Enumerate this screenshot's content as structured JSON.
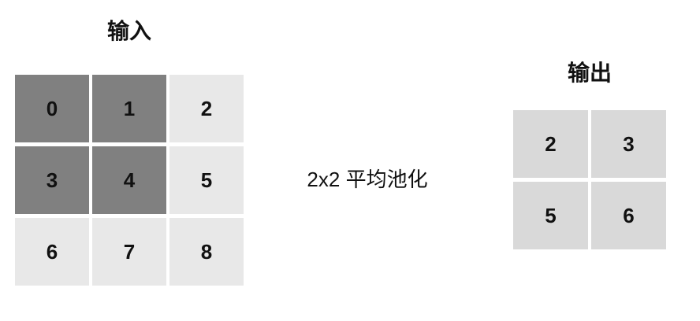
{
  "diagram": {
    "operation_label": "2x2 平均池化"
  },
  "input": {
    "title": "输入",
    "rows": 3,
    "cols": 3,
    "cells": [
      {
        "value": "0"
      },
      {
        "value": "1"
      },
      {
        "value": "2"
      },
      {
        "value": "3"
      },
      {
        "value": "4"
      },
      {
        "value": "5"
      },
      {
        "value": "6"
      },
      {
        "value": "7"
      },
      {
        "value": "8"
      }
    ],
    "highlighted_indices": [
      0,
      1,
      3,
      4
    ]
  },
  "output": {
    "title": "输出",
    "rows": 2,
    "cols": 2,
    "cells": [
      {
        "value": "2"
      },
      {
        "value": "3"
      },
      {
        "value": "5"
      },
      {
        "value": "6"
      }
    ]
  },
  "colors": {
    "background": "#ffffff",
    "highlight_cell": "#808080",
    "input_cell": "#e8e8e8",
    "output_cell": "#d9d9d9",
    "text": "#111111"
  }
}
